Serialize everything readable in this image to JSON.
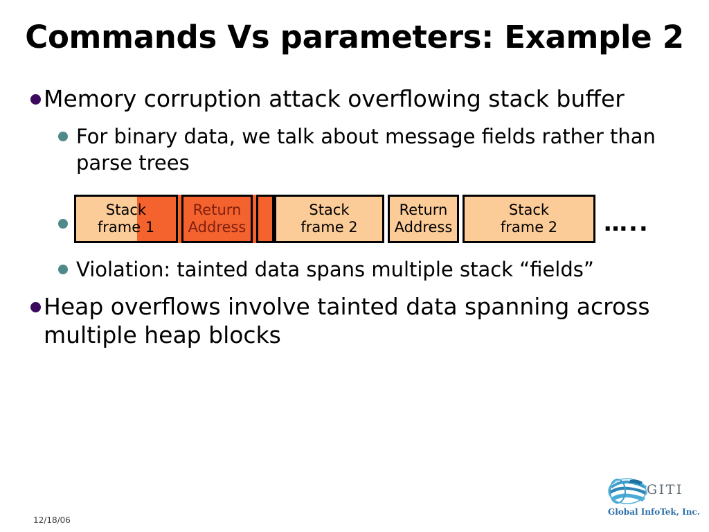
{
  "slide": {
    "title": "Commands Vs parameters: Example 2",
    "background": "#ffffff"
  },
  "bullets": {
    "level1_color": "#3a0a5e",
    "level2_color": "#4f8a8b",
    "items": [
      {
        "level": 1,
        "text": "Memory corruption attack overflowing stack buffer"
      },
      {
        "level": 2,
        "text": "For binary data, we talk about message fields rather than parse trees"
      },
      {
        "level": 2,
        "text": "Violation: tainted data spans multiple stack “fields”"
      },
      {
        "level": 1,
        "text": "Heap overflows involve tainted data spanning across multiple heap blocks"
      }
    ]
  },
  "diagram": {
    "type": "stack-frame-strip",
    "normal_fill": "#fbcb98",
    "tainted_fill": "#f4622e",
    "border_color": "#000000",
    "tainted_text_color": "#7e1f10",
    "normal_text_color": "#000000",
    "ellipsis": "…..",
    "blocks": [
      {
        "line1": "Stack",
        "line2": "frame 1",
        "width": 150,
        "tainted": "partial-right",
        "taint_start_pct": 61
      },
      {
        "line1": "Return",
        "line2": "Address",
        "width": 103,
        "tainted": "full"
      },
      {
        "line1": "",
        "line2": "",
        "width": 26,
        "tainted": "full"
      },
      {
        "line1": "Stack",
        "line2": "frame 2",
        "width": 159,
        "tainted": "none"
      },
      {
        "line1": "Return",
        "line2": "Address",
        "width": 103,
        "tainted": "none"
      },
      {
        "line1": "Stack",
        "line2": "frame 2",
        "width": 192,
        "tainted": "none"
      }
    ],
    "gaps_tainted": [
      false,
      true,
      true,
      false,
      false
    ]
  },
  "footer": {
    "date": "12/18/06"
  },
  "logo": {
    "acronym": "GITI",
    "company": "Global InfoTek, Inc.",
    "globe_color": "#3c9ccb",
    "text_color": "#2c6ea8"
  }
}
